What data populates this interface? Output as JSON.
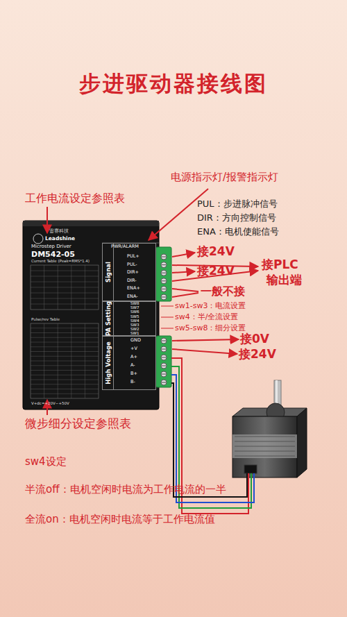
{
  "diagram": {
    "title": "步进驱动器接线图",
    "nodes": [
      {
        "text": [
          "雷赛科技",
          "Leadshine",
          "Microstep Driver",
          "DM542-05"
        ]
      },
      {
        "text": [
          "Signal"
        ],
        "in": 0
      },
      {
        "text": [
          "PA Setting"
        ],
        "in": 0
      },
      {
        "text": [
          "High Voltage"
        ],
        "in": 0
      }
    ],
    "labels": [
      "电源指示灯/报警指示灯",
      "工作电流设定参照表",
      "PUL：步进脉冲信号",
      "DIR：方向控制信号",
      "ENA：电机使能信号",
      "接24V",
      "接24V",
      "接PLC",
      "输出端",
      "一般不接",
      "sw1-sw3：电流设置",
      "sw4：半/全流设置",
      "sw5-sw8：细分设置",
      "接0V",
      "接24V",
      "微步细分设定参照表",
      "sw4设定",
      "半流off：电机空闲时电流为工作电流的一半",
      "全流on：电机空闲时电流等于工作电流值",
      "PWR/ALARM",
      "PUL+",
      "PUL-",
      "DIR+",
      "DIR-",
      "ENA+",
      "ENA-",
      "SW8",
      "SW7",
      "SW6",
      "SW5",
      "SW4",
      "SW3",
      "SW2",
      "SW1",
      "GND",
      "+V",
      "A+",
      "A-",
      "B+",
      "B-",
      "Current Table (Peak=RMS*1.4)",
      "Pulse/rev Table",
      "V+dc=+20V~+50V"
    ]
  }
}
